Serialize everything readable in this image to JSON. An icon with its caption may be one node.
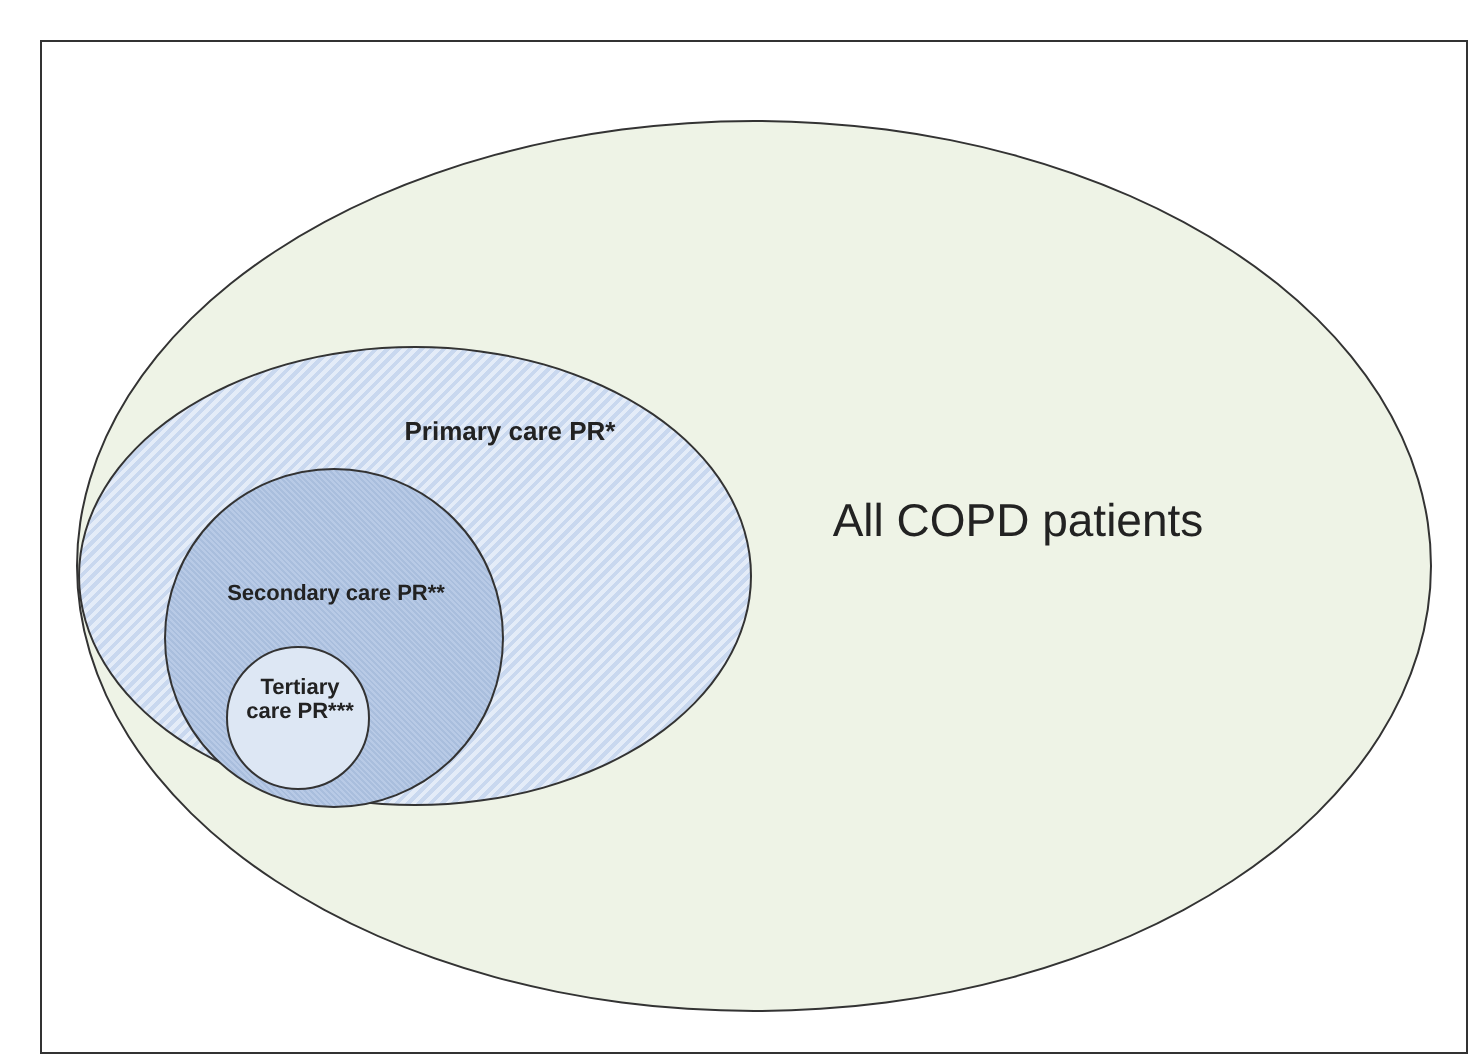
{
  "diagram": {
    "nodes": [
      {
        "text": [
          "All COPD patients"
        ]
      },
      {
        "text": [
          "Primary care PR*"
        ],
        "in": 0
      },
      {
        "text": [
          "Secondary care PR**"
        ],
        "in": 1
      },
      {
        "text": [
          "Tertiary care PR***"
        ],
        "in": 2
      }
    ]
  }
}
